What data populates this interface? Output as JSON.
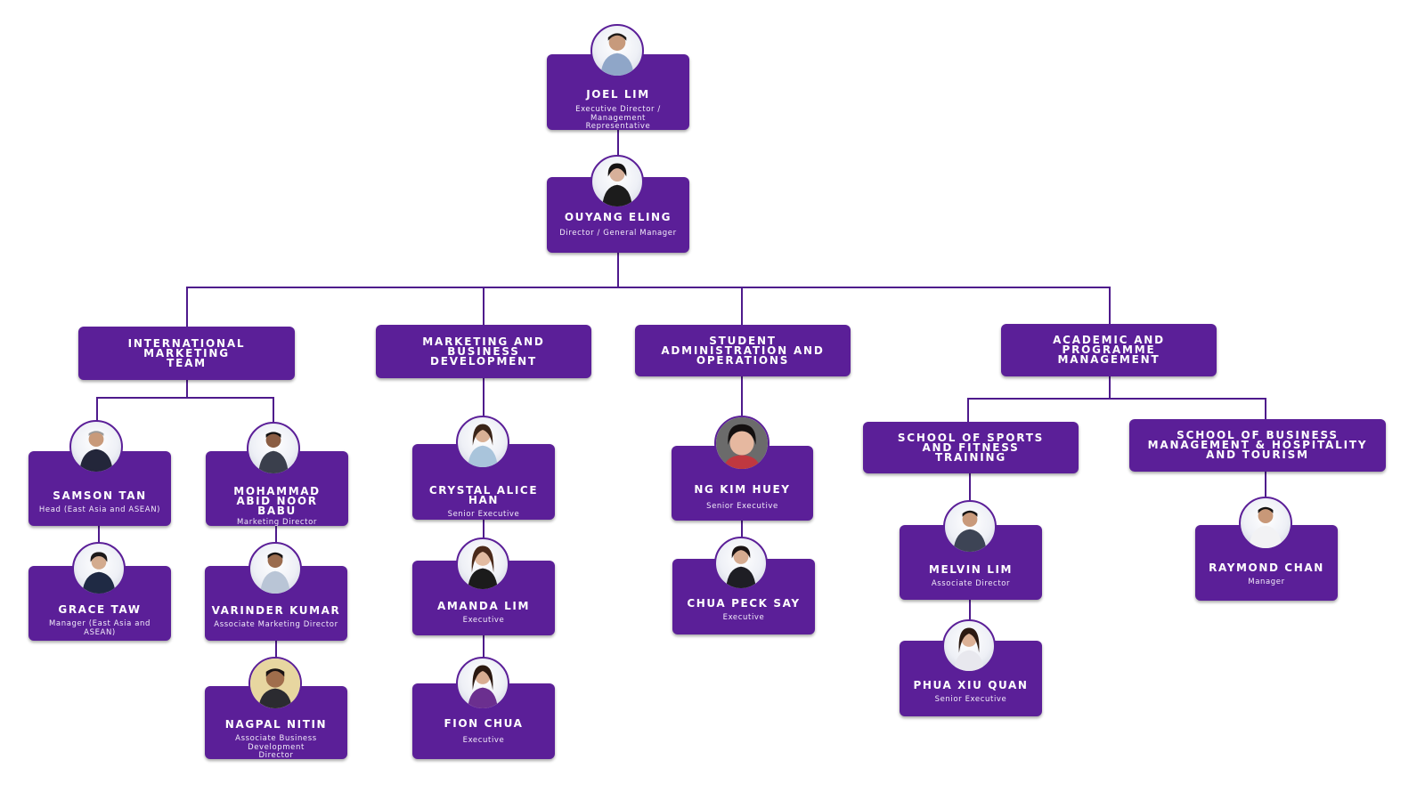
{
  "colors": {
    "box": "#5b1f98",
    "line": "#4e1a8c",
    "background": "#ffffff"
  },
  "ceo": {
    "name": "JOEL LIM",
    "role": "Executive Director / Management Representative"
  },
  "gm": {
    "name": "OUYANG ELING",
    "role": "Director / General Manager"
  },
  "departments": [
    {
      "name": "INTERNATIONAL MARKETING TEAM",
      "people": [
        {
          "name": "SAMSON TAN",
          "role": "Head (East Asia and ASEAN)"
        },
        {
          "name": "GRACE TAW",
          "role": "Manager (East Asia and ASEAN)"
        },
        {
          "name": "MOHAMMAD ABID NOOR BABU",
          "role": "Marketing Director"
        },
        {
          "name": "VARINDER KUMAR",
          "role": "Associate Marketing Director"
        },
        {
          "name": "NAGPAL NITIN",
          "role": "Associate Business Development Director"
        }
      ]
    },
    {
      "name": "MARKETING AND BUSINESS DEVELOPMENT",
      "people": [
        {
          "name": "CRYSTAL ALICE HAN",
          "role": "Senior Executive"
        },
        {
          "name": "AMANDA LIM",
          "role": "Executive"
        },
        {
          "name": "FION CHUA",
          "role": "Executive"
        }
      ]
    },
    {
      "name": "STUDENT ADMINISTRATION AND OPERATIONS",
      "people": [
        {
          "name": "NG KIM HUEY",
          "role": "Senior Executive"
        },
        {
          "name": "CHUA PECK SAY",
          "role": "Executive"
        }
      ]
    },
    {
      "name": "ACADEMIC AND PROGRAMME MANAGEMENT",
      "schools": [
        {
          "name": "SCHOOL OF SPORTS AND FITNESS TRAINING",
          "people": [
            {
              "name": "MELVIN LIM",
              "role": "Associate Director"
            },
            {
              "name": "PHUA XIU QUAN",
              "role": "Senior Executive"
            }
          ]
        },
        {
          "name": "SCHOOL OF BUSINESS MANAGEMENT & HOSPITALITY AND TOURISM",
          "people": [
            {
              "name": "RAYMOND CHAN",
              "role": "Manager"
            }
          ]
        }
      ]
    }
  ]
}
